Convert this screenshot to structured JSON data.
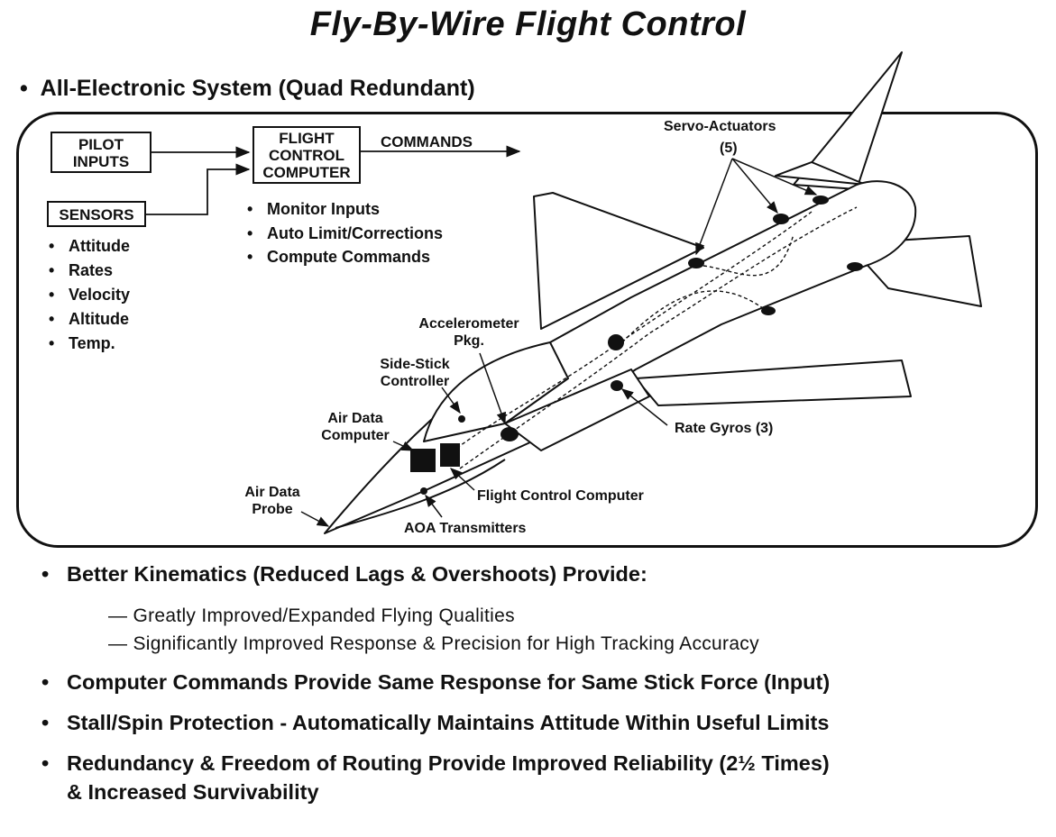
{
  "title": "Fly-By-Wire Flight Control",
  "top_bullet": "All-Electronic System (Quad Redundant)",
  "block_diagram": {
    "pilot_inputs": [
      "PILOT",
      "INPUTS"
    ],
    "sensors": "SENSORS",
    "fcc": [
      "FLIGHT",
      "CONTROL",
      "COMPUTER"
    ],
    "commands": "COMMANDS",
    "sensor_items": [
      "Attitude",
      "Rates",
      "Velocity",
      "Altitude",
      "Temp."
    ],
    "fcc_items": [
      "Monitor Inputs",
      "Auto Limit/Corrections",
      "Compute Commands"
    ]
  },
  "aircraft_labels": {
    "servo_actuators": "Servo-Actuators",
    "servo_count": "(5)",
    "accelerometer": [
      "Accelerometer",
      "Pkg."
    ],
    "side_stick": [
      "Side-Stick",
      "Controller"
    ],
    "air_data_computer": [
      "Air Data",
      "Computer"
    ],
    "air_data_probe": [
      "Air Data",
      "Probe"
    ],
    "rate_gyros": "Rate Gyros (3)",
    "flight_control_computer": "Flight Control Computer",
    "aoa_transmitters": "AOA Transmitters"
  },
  "bottom": {
    "kinematics": "Better Kinematics (Reduced Lags & Overshoots) Provide:",
    "sub_items": [
      "Greatly Improved/Expanded Flying Qualities",
      "Significantly Improved Response & Precision for High Tracking Accuracy"
    ],
    "computer_commands": "Computer Commands Provide Same Response for Same Stick Force (Input)",
    "stall_spin": "Stall/Spin Protection - Automatically Maintains Attitude Within Useful Limits",
    "redundancy_line1": "Redundancy & Freedom of Routing Provide Improved Reliability (2½ Times)",
    "redundancy_line2": "& Increased Survivability"
  }
}
